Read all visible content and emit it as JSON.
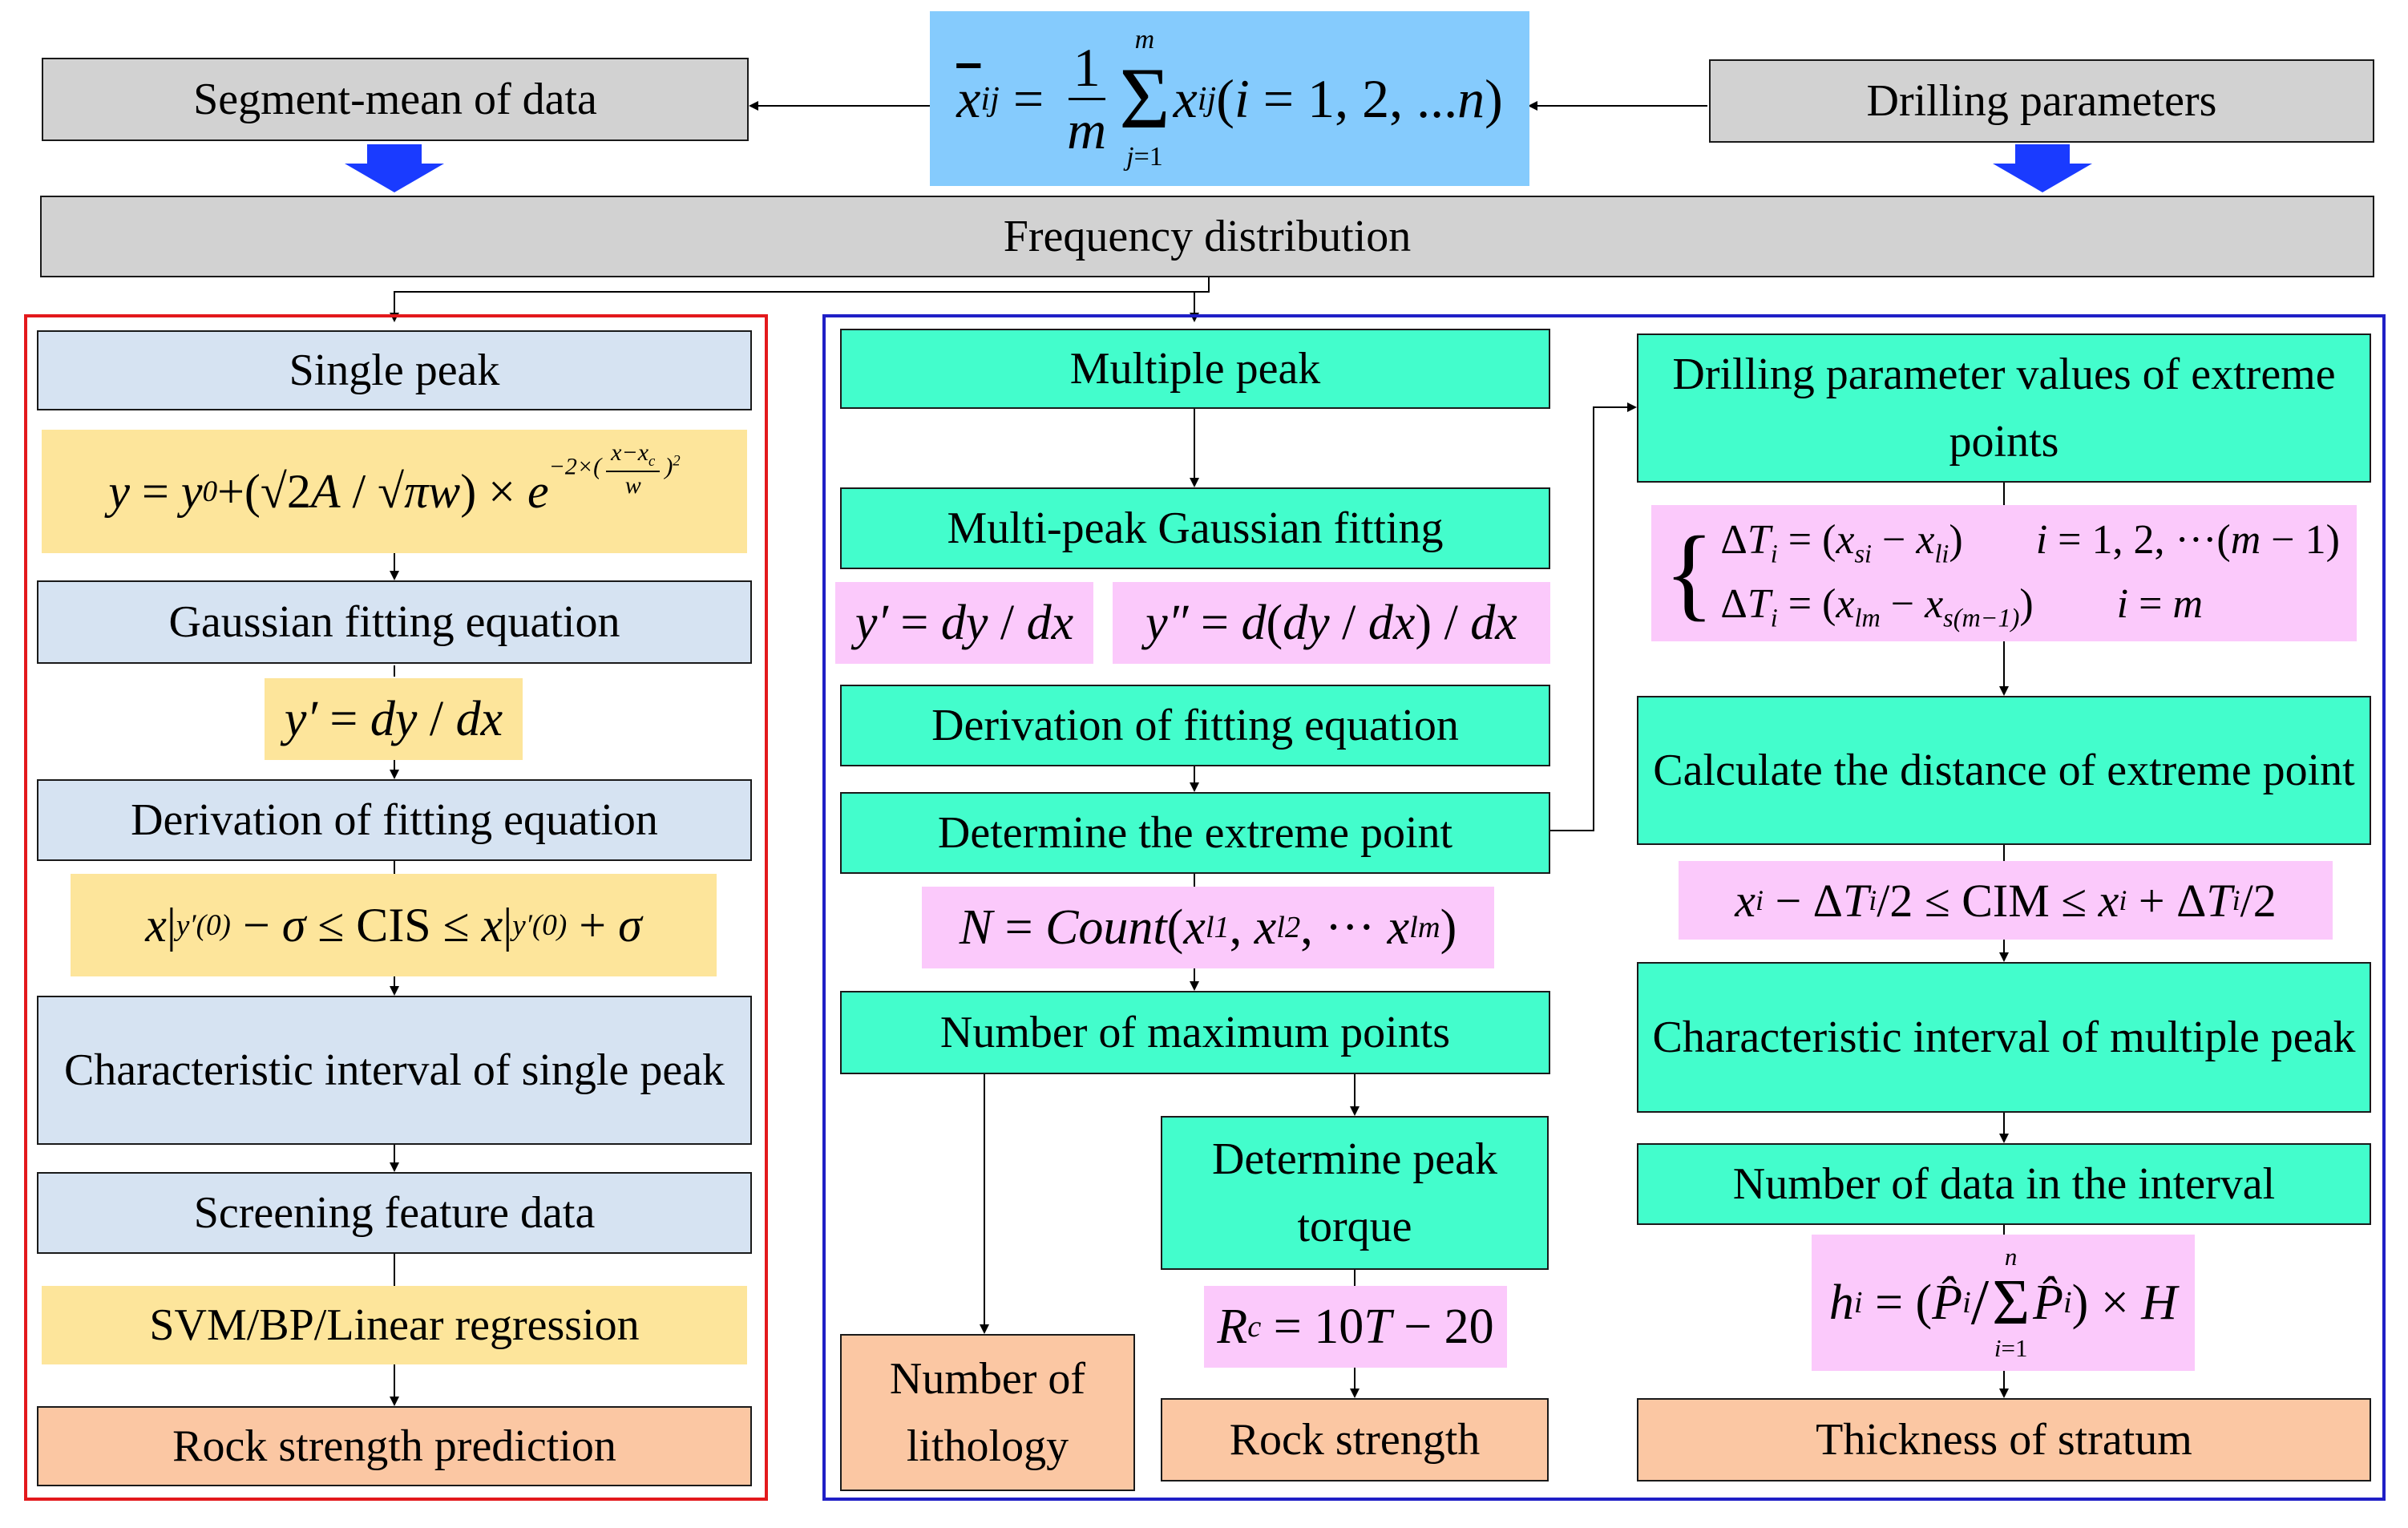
{
  "top": {
    "segment_mean": "Segment-mean of data",
    "drilling_parameters": "Drilling parameters",
    "frequency_distribution": "Frequency distribution"
  },
  "left": {
    "single_peak": "Single peak",
    "gaussian_fitting_equation": "Gaussian fitting equation",
    "derivation": "Derivation of fitting equation",
    "char_interval": "Characteristic interval of single peak",
    "screening": "Screening feature data",
    "models": "SVM/BP/Linear regression",
    "prediction": "Rock strength prediction"
  },
  "middle": {
    "multiple_peak": "Multiple peak",
    "multi_gauss": "Multi-peak Gaussian fitting",
    "derivation": "Derivation of fitting equation",
    "extreme_point": "Determine the extreme point",
    "max_points": "Number of maximum points",
    "peak_torque": "Determine peak torque",
    "lithology": "Number of lithology",
    "rock_strength": "Rock strength"
  },
  "right": {
    "param_values": "Drilling parameter values of extreme points",
    "distance": "Calculate the distance of extreme point",
    "char_interval": "Characteristic interval of multiple peak",
    "data_count": "Number of data in the interval",
    "thickness": "Thickness of stratum"
  },
  "formulas": {
    "segment_mean": "x̄ij = (1/m) Σ(j=1..m) xij (i = 1,2,...n)",
    "gaussian": "y = y0 + (√2A/√πw) × e^(−2×((x−xc)/w)^2)",
    "first_derivative": "y′ = dy/dx",
    "second_derivative": "y″ = d(dy/dx)/dx",
    "cis": "x|y′(0) − σ ≤ CIS ≤ x|y′(0) + σ",
    "count": "N = Count(xl1, xl2, ··· xlm)",
    "rc": "Rc = 10T − 20",
    "delta_t": "ΔTi = (xsi − xli), i = 1,2,···(m−1); ΔTi = (xlm − xs(m−1)), i = m",
    "cim": "xi − ΔTi/2 ≤ CIM ≤ xi + ΔTi/2",
    "thickness": "hi = (P̂i / Σ(i=1..n) P̂i) × H"
  },
  "colors": {
    "gray": "#d2d2d2",
    "light_blue": "#d6e3f2",
    "teal": "#43fdcc",
    "peach": "#fbc7a3",
    "yellow": "#fde59b",
    "pink": "#fbc9fb",
    "formula_blue": "#85cbfd",
    "red_frame": "#e3191c",
    "blue_frame": "#1f1fc6",
    "arrow_blue": "#1a3bff"
  }
}
